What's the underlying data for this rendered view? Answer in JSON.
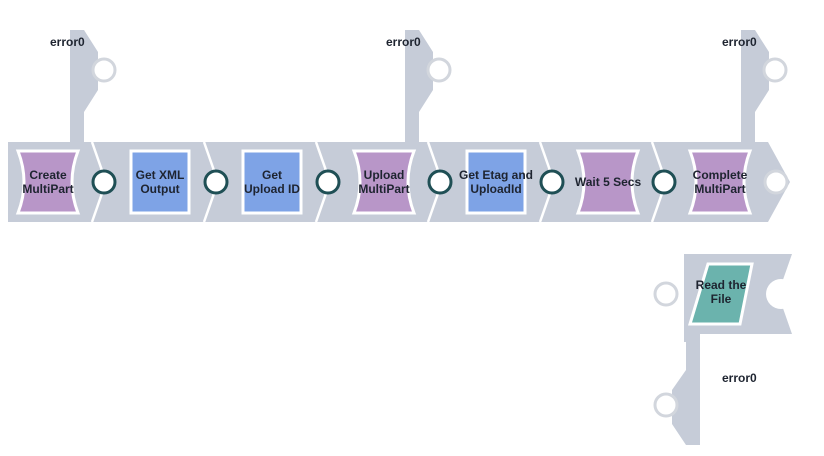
{
  "pipeline": {
    "colors": {
      "track": "#c6ccd8",
      "purple": "#b896c8",
      "blue": "#7ea3e6",
      "teal": "#6bb3ad",
      "link_ring": "#1f4f55"
    },
    "snaps": [
      {
        "id": "create-multipart",
        "lines": [
          "Create",
          "MultiPart"
        ],
        "shape": "script",
        "color": "purple"
      },
      {
        "id": "get-xml-output",
        "lines": [
          "Get XML",
          "Output"
        ],
        "shape": "mapper",
        "color": "blue"
      },
      {
        "id": "get-upload-id",
        "lines": [
          "Get",
          "Upload ID"
        ],
        "shape": "mapper",
        "color": "blue"
      },
      {
        "id": "upload-multipart",
        "lines": [
          "Upload",
          "MultiPart"
        ],
        "shape": "script",
        "color": "purple"
      },
      {
        "id": "get-etag-and-uploadid",
        "lines": [
          "Get Etag and",
          "UploadId"
        ],
        "shape": "mapper",
        "color": "blue"
      },
      {
        "id": "wait-5-secs",
        "lines": [
          "Wait 5 Secs"
        ],
        "shape": "script",
        "color": "purple"
      },
      {
        "id": "complete-multipart",
        "lines": [
          "Complete",
          "MultiPart"
        ],
        "shape": "script",
        "color": "purple"
      }
    ],
    "error_labels": [
      "error0",
      "error0",
      "error0"
    ],
    "reader": {
      "id": "read-the-file",
      "lines": [
        "Read the",
        "File"
      ],
      "color": "teal"
    },
    "reader_error_label": "error0"
  }
}
